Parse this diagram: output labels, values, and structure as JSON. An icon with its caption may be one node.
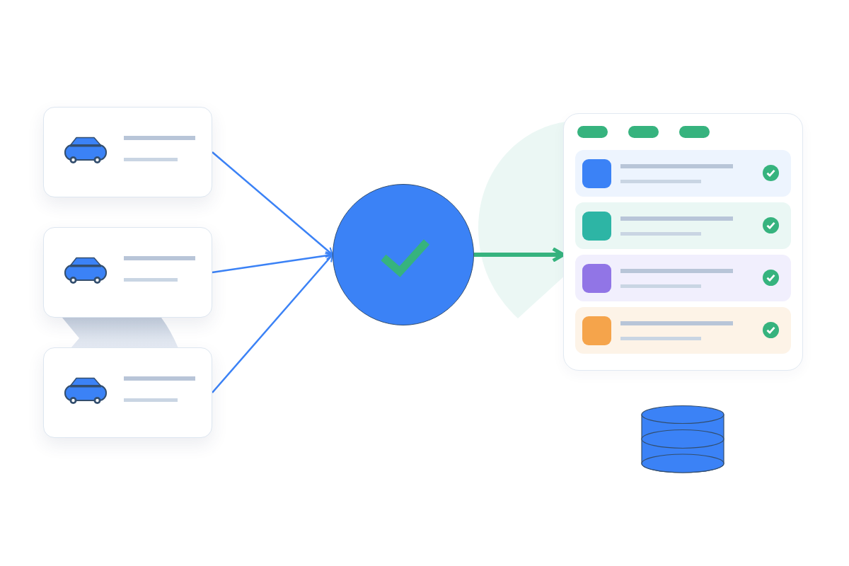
{
  "diagram": {
    "nodes": [
      {
        "text": [],
        "shape": "box"
      },
      {
        "text": [],
        "shape": "box"
      },
      {
        "text": [],
        "shape": "box"
      },
      {
        "text": [],
        "shape": "circle"
      },
      {
        "text": [],
        "shape": "box"
      },
      {
        "text": [],
        "shape": "cylinder"
      }
    ],
    "edges": [
      {
        "from": 0,
        "to": 3,
        "arrow": "to"
      },
      {
        "from": 1,
        "to": 3,
        "arrow": "to"
      },
      {
        "from": 2,
        "to": 3,
        "arrow": "to"
      },
      {
        "from": 3,
        "to": 4,
        "arrow": "to",
        "style": "thick",
        "color": "#36b37e"
      }
    ]
  }
}
